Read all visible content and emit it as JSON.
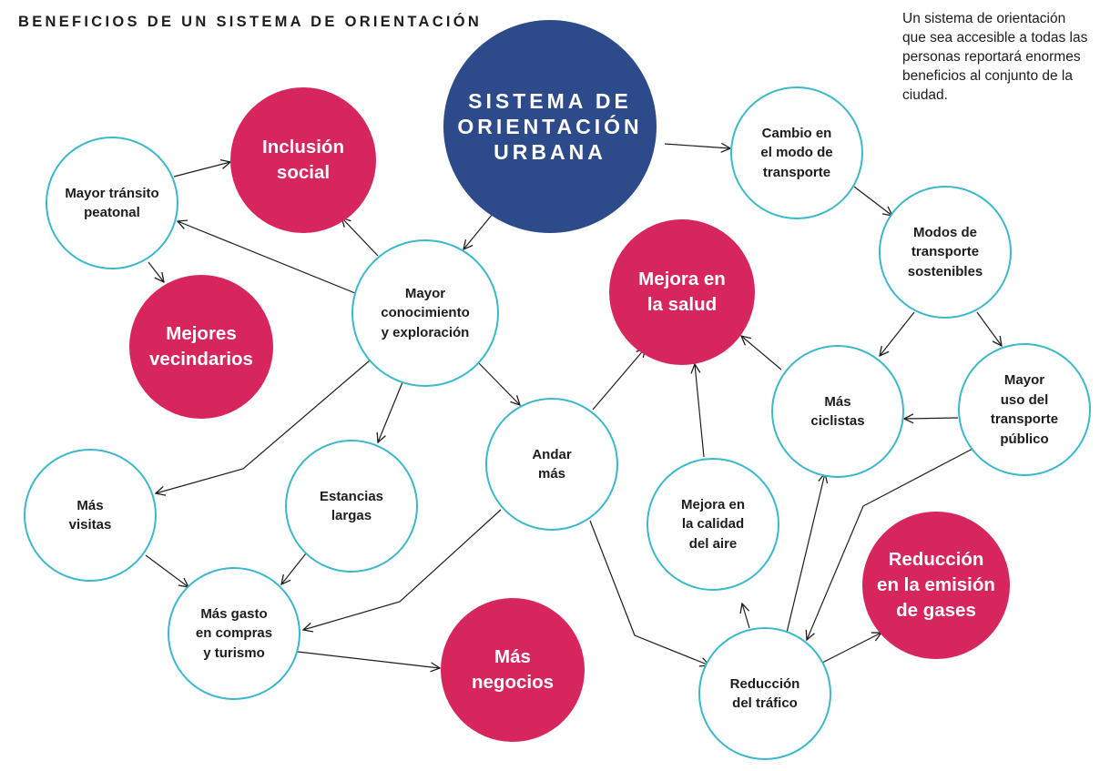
{
  "header": {
    "title": "BENEFICIOS DE UN\nSISTEMA DE ORIENTACIÓN",
    "intro": "Un sistema de orientación\nque sea accesible a todas\nlas personas reportará\nenormes beneficios al\nconjunto de la ciudad."
  },
  "colors": {
    "core": "#2d4a8a",
    "benefit": "#d6265d",
    "outline": "#3bb8cc",
    "arrow": "#1d1d1b"
  },
  "nodes": {
    "sistema": "SISTEMA DE\nORIENTACIÓN\nURBANA",
    "inclusion": "Inclusión\nsocial",
    "mejores_vecindarios": "Mejores\nvecindarios",
    "salud": "Mejora en\nla salud",
    "negocios": "Más\nnegocios",
    "emision": "Reducción\nen la emisión\nde gases",
    "transito": "Mayor tránsito\npeatonal",
    "conocimiento": "Mayor\nconocimiento\ny exploración",
    "cambio_transporte": "Cambio en\nel modo de\ntransporte",
    "modos_sostenibles": "Modos de\ntransporte\nsostenibles",
    "ciclistas": "Más\nciclistas",
    "transporte_publico": "Mayor\nuso del\ntransporte\npúblico",
    "andar": "Andar\nmás",
    "visitas": "Más\nvisitas",
    "estancias": "Estancias\nlargas",
    "gasto": "Más gasto\nen compras\ny turismo",
    "calidad_aire": "Mejora en\nla calidad\ndel aire",
    "trafico": "Reducción\ndel tráfico"
  }
}
